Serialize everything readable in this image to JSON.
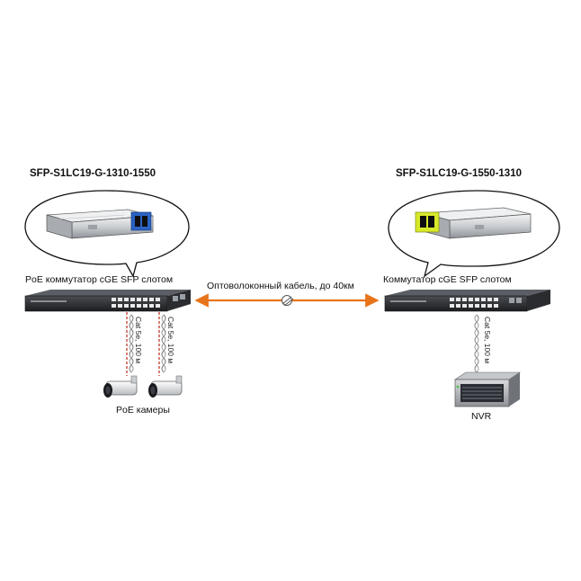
{
  "left_module": {
    "title": "SFP-S1LC19-G-1310-1550",
    "switch_label": "PoE коммутатор cGE SFP слотом"
  },
  "right_module": {
    "title": "SFP-S1LC19-G-1550-1310",
    "switch_label": "Коммутатор cGE SFP слотом"
  },
  "fiber_link": {
    "label": "Оптоволоконный кабель, до 40км",
    "color": "#e8741a"
  },
  "cables": {
    "left_1": "Cat 5e, 100 м",
    "left_2": "Cat 5e, 100 м",
    "right": "Cat 5e, 100 м",
    "copper_color": "#c0392b"
  },
  "devices": {
    "cameras_label": "PoE камеры",
    "nvr_label": "NVR"
  },
  "icons": {
    "sfp": "sfp-transceiver-icon",
    "switch": "network-switch-icon",
    "camera": "cctv-camera-icon",
    "nvr": "nvr-server-icon"
  }
}
